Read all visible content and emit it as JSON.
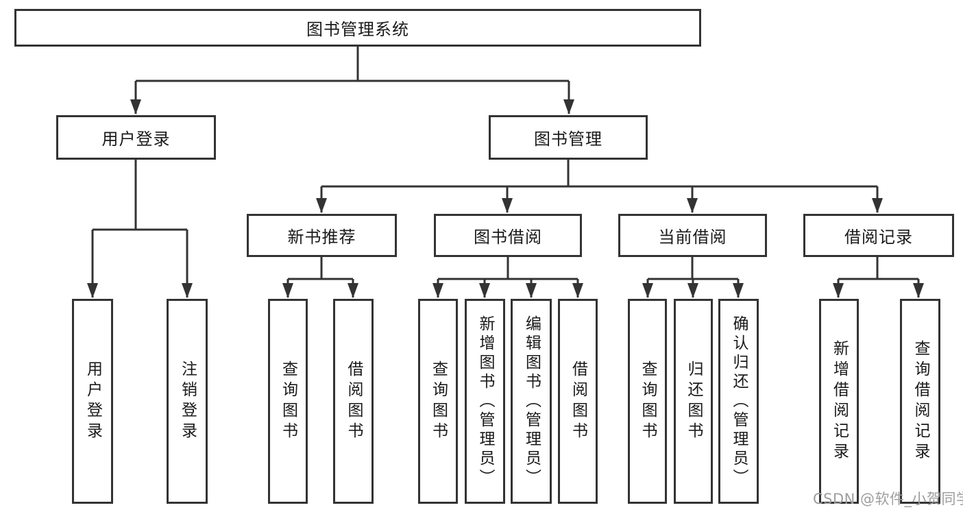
{
  "tree": {
    "label": "图书管理系统",
    "children": [
      {
        "label": "用户登录",
        "children": [
          {
            "label": "用户登录"
          },
          {
            "label": "注销登录"
          }
        ]
      },
      {
        "label": "图书管理",
        "children": [
          {
            "label": "新书推荐",
            "children": [
              {
                "label": "查询图书"
              },
              {
                "label": "借阅图书"
              }
            ]
          },
          {
            "label": "图书借阅",
            "children": [
              {
                "label": "查询图书"
              },
              {
                "label": "新增图书（管理员）"
              },
              {
                "label": "编辑图书（管理员）"
              },
              {
                "label": "借阅图书"
              }
            ]
          },
          {
            "label": "当前借阅",
            "children": [
              {
                "label": "查询图书"
              },
              {
                "label": "归还图书"
              },
              {
                "label": "确认归还（管理员）"
              }
            ]
          },
          {
            "label": "借阅记录",
            "children": [
              {
                "label": "新增借阅记录"
              },
              {
                "label": "查询借阅记录"
              }
            ]
          }
        ]
      }
    ]
  },
  "watermark": {
    "text": "CSDN @软件_小贺同学"
  },
  "colors": {
    "line": "#333333",
    "text": "#1a1a1a",
    "watermark": "#9e9e9e",
    "background": "#ffffff"
  }
}
